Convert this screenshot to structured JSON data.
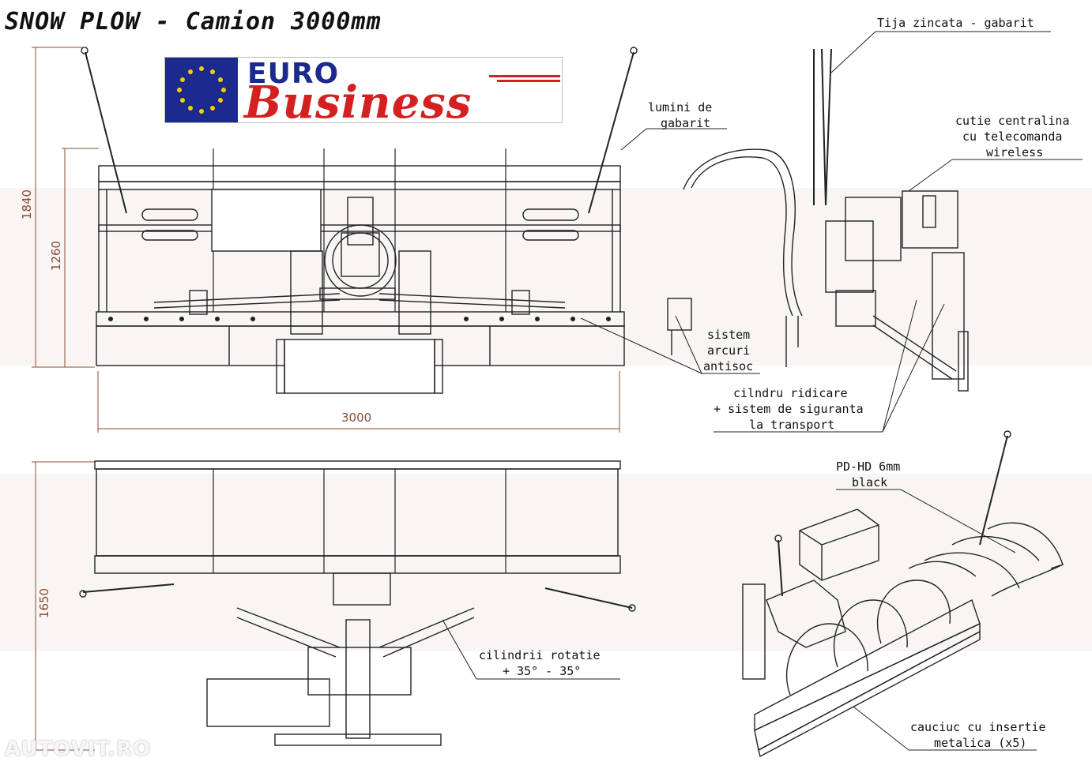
{
  "title": "SNOW PLOW - Camion 3000mm",
  "logo": {
    "top_word": "EURO",
    "bottom_word": "Business",
    "flag_color": "#1b2a8c",
    "text_color": "#d42020"
  },
  "dimensions": {
    "height_total": "1840",
    "height_frame": "1260",
    "width": "3000",
    "height_bottom_view": "1650"
  },
  "labels": {
    "tija": "Tija zincata - gabarit",
    "lumini_1": "lumini de",
    "lumini_2": "gabarit",
    "cutie_1": "cutie centralina",
    "cutie_2": "cu telecomanda",
    "cutie_3": "wireless",
    "sistem_1": "sistem",
    "sistem_2": "arcuri",
    "sistem_3": "antisoc",
    "cilindru_1": "cilndru ridicare",
    "cilindru_2": "+ sistem de siguranta",
    "cilindru_3": "la transport",
    "pdhd_1": "PD-HD 6mm",
    "pdhd_2": "black",
    "rotatie_1": "cilindrii rotatie",
    "rotatie_2": "+ 35° - 35°",
    "cauciuc_1": "cauciuc cu insertie",
    "cauciuc_2": "metalica (x5)"
  },
  "watermark": "AUTOVIT.RO",
  "colors": {
    "line": "#222222",
    "dimension": "#8a4b30"
  }
}
